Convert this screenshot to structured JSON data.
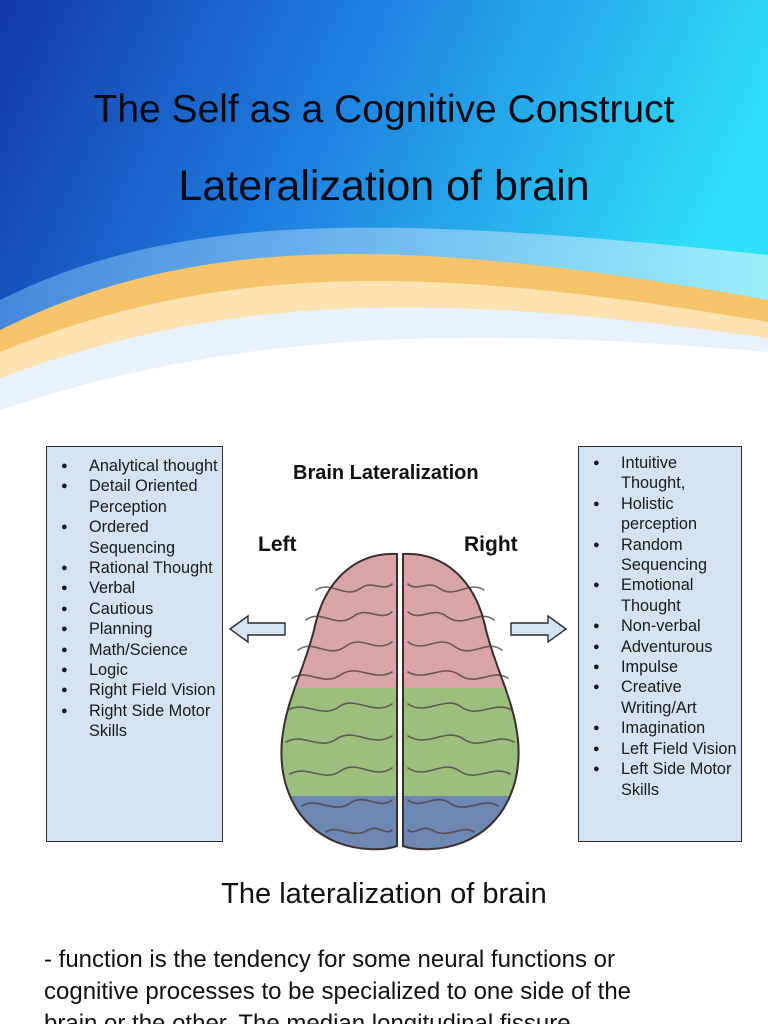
{
  "slide": {
    "title": "The Self as a Cognitive Construct",
    "subtitle": "Lateralization of brain"
  },
  "figure": {
    "title": "Brain Lateralization",
    "left_label": "Left",
    "right_label": "Right",
    "left_items": [
      "Analytical thought",
      "Detail Oriented Perception",
      "Ordered Sequencing",
      "Rational Thought",
      "Verbal",
      "Cautious",
      "Planning",
      "Math/Science",
      "Logic",
      "Right Field Vision",
      "Right Side Motor Skills"
    ],
    "right_items": [
      "Intuitive Thought,",
      "Holistic perception",
      "Random Sequencing",
      "Emotional Thought",
      "Non-verbal",
      "Adventurous",
      "Impulse",
      "Creative Writing/Art",
      "Imagination",
      "Left Field Vision",
      "Left Side Motor Skills"
    ]
  },
  "section": {
    "heading": "The lateralization of brain",
    "body": "- function is the tendency for some neural functions or cognitive processes to be specialized to one side of the brain or the other. The median longitudinal fissure"
  },
  "colors": {
    "header_blue": "#1a4fc4",
    "header_cyan": "#2fd6f5",
    "accent_orange": "#f6c76a",
    "box_fill": "#d3e3f2",
    "brain_frontal": "#d9a4a6",
    "brain_parietal": "#9cbf7e",
    "brain_occipital": "#6e87b3"
  }
}
